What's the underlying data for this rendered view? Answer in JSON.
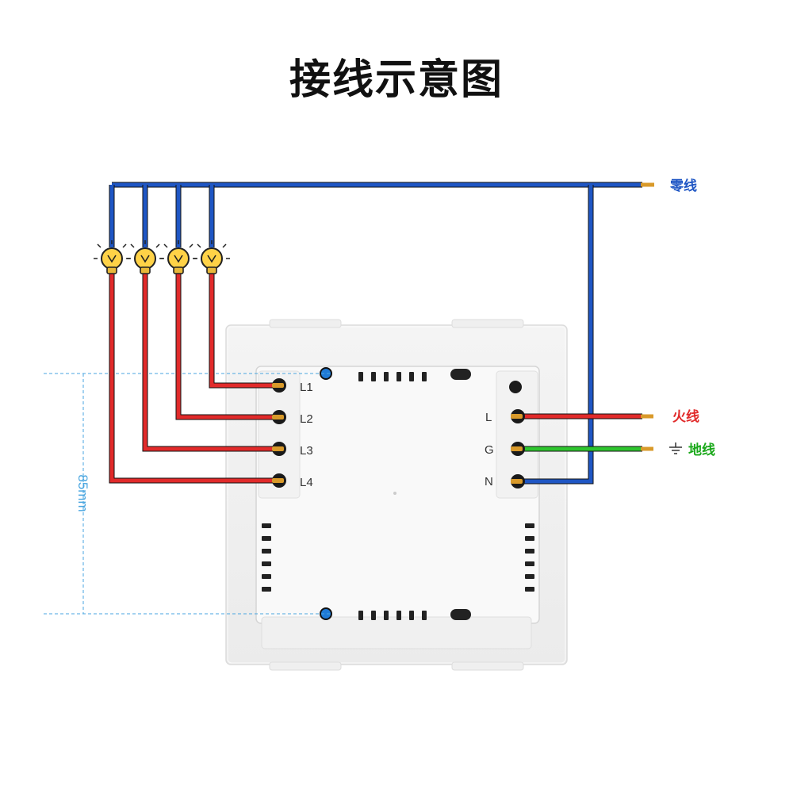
{
  "title": "接线示意图",
  "colors": {
    "neutral_wire": "#1f56c4",
    "live_wire": "#e12a2a",
    "ground_wire": "#2ec52e",
    "copper_tip": "#d99a2a",
    "dimension_line": "#4aa6e0",
    "bulb": "#ffd247"
  },
  "wires": {
    "neutral": {
      "label": "零线",
      "color": "#1f56c4"
    },
    "live": {
      "label": "火线",
      "color": "#e12a2a"
    },
    "ground": {
      "label": "地线",
      "color": "#1aa81a",
      "icon": "ground-symbol-icon"
    }
  },
  "terminals": {
    "left": [
      "L1",
      "L2",
      "L3",
      "L4"
    ],
    "right": [
      "L",
      "G",
      "N"
    ]
  },
  "bulbs": {
    "count": 4,
    "icon": "light-bulb-icon"
  },
  "dimension": {
    "label": "85mm"
  }
}
